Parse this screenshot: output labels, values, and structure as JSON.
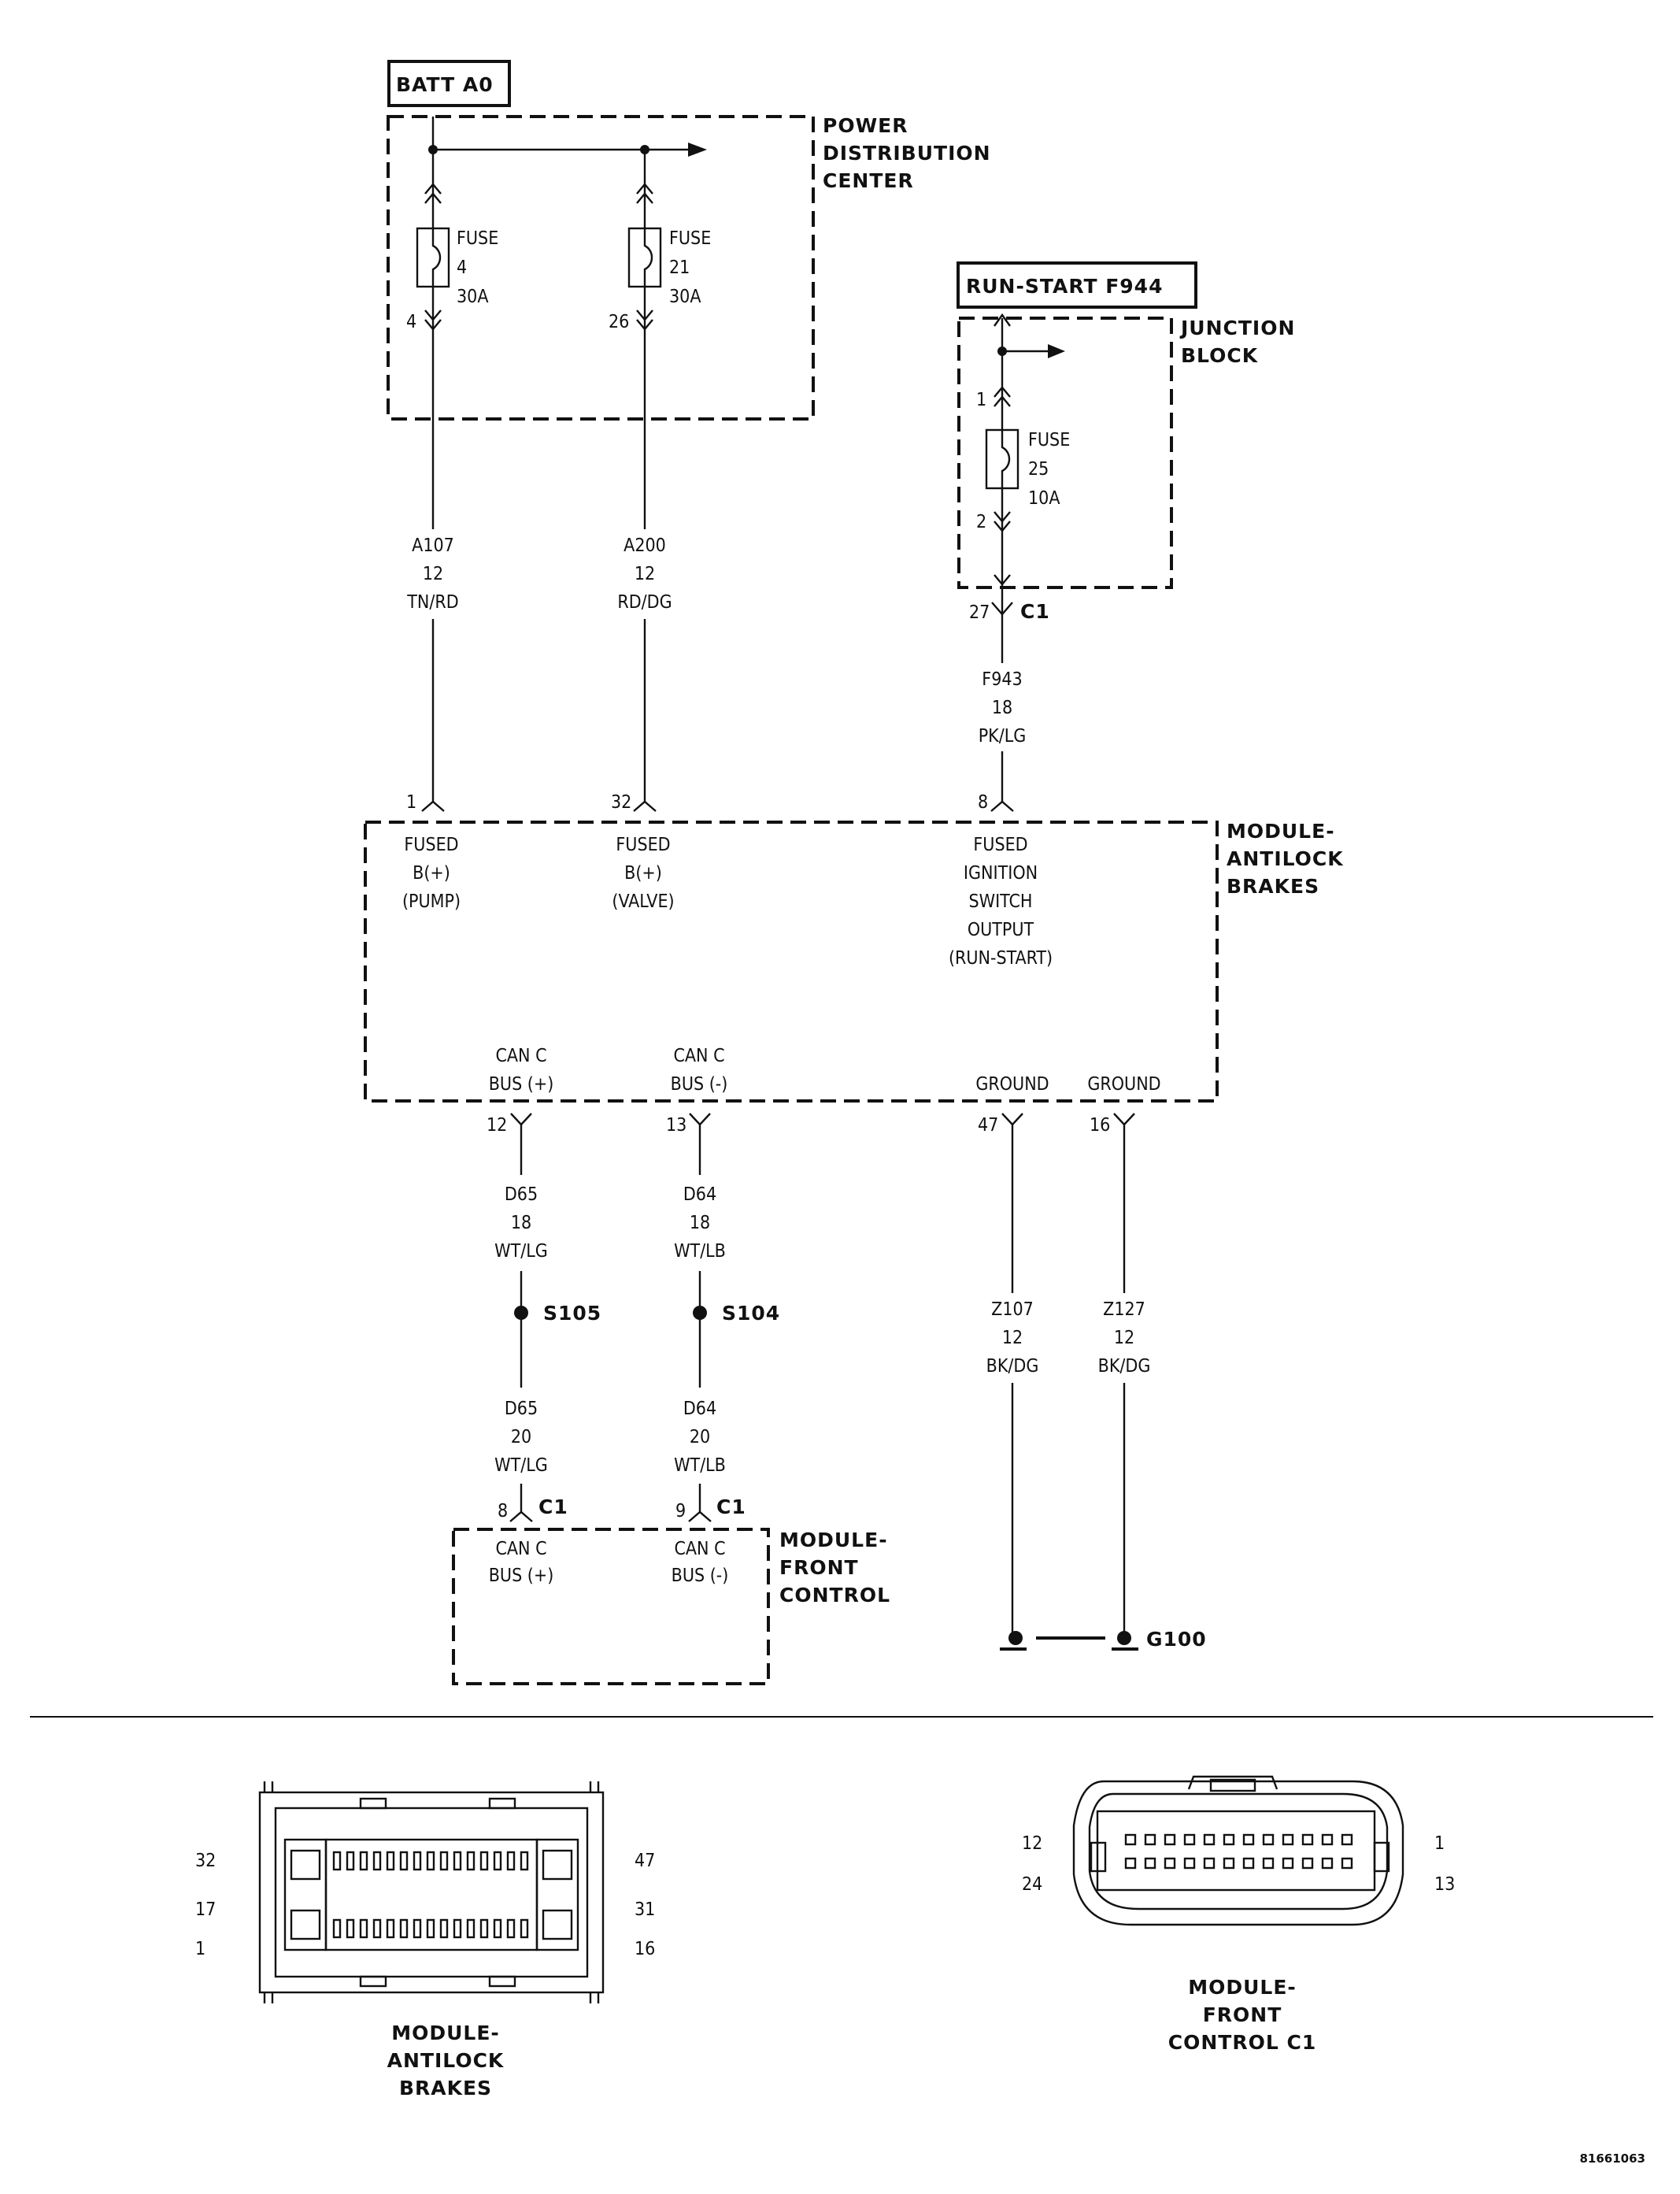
{
  "sources": {
    "batt_a0": "BATT A0",
    "run_start": "RUN-START F944"
  },
  "pdc": {
    "title": [
      "POWER",
      "DISTRIBUTION",
      "CENTER"
    ],
    "fuse_4": {
      "label": "FUSE",
      "number": "4",
      "rating": "30A",
      "out_pin": "4"
    },
    "fuse_21": {
      "label": "FUSE",
      "number": "21",
      "rating": "30A",
      "out_pin": "26"
    }
  },
  "junction_block": {
    "title": [
      "JUNCTION",
      "BLOCK"
    ],
    "fuse_25": {
      "label": "FUSE",
      "number": "25",
      "rating": "10A",
      "in_pin": "1",
      "out_pin": "2"
    },
    "connector_pin": "27",
    "connector": "C1"
  },
  "wires": {
    "a107": [
      "A107",
      "12",
      "TN/RD"
    ],
    "a200": [
      "A200",
      "12",
      "RD/DG"
    ],
    "f943": [
      "F943",
      "18",
      "PK/LG"
    ],
    "d65_upper": [
      "D65",
      "18",
      "WT/LG"
    ],
    "d64_upper": [
      "D64",
      "18",
      "WT/LB"
    ],
    "d65_lower": [
      "D65",
      "20",
      "WT/LG"
    ],
    "d64_lower": [
      "D64",
      "20",
      "WT/LB"
    ],
    "z107": [
      "Z107",
      "12",
      "BK/DG"
    ],
    "z127": [
      "Z127",
      "12",
      "BK/DG"
    ]
  },
  "abs_module": {
    "title": [
      "MODULE-",
      "ANTILOCK",
      "BRAKES"
    ],
    "pins": {
      "p1": "1",
      "p32": "32",
      "p8": "8",
      "p12": "12",
      "p13": "13",
      "p47": "47",
      "p16": "16"
    },
    "fused_pump": [
      "FUSED",
      "B(+)",
      "(PUMP)"
    ],
    "fused_valve": [
      "FUSED",
      "B(+)",
      "(VALVE)"
    ],
    "fused_ign": [
      "FUSED",
      "IGNITION",
      "SWITCH",
      "OUTPUT",
      "(RUN-START)"
    ],
    "can_plus": [
      "CAN C",
      "BUS (+)"
    ],
    "can_minus": [
      "CAN C",
      "BUS (-)"
    ],
    "ground_1": "GROUND",
    "ground_2": "GROUND"
  },
  "splices": {
    "s105": "S105",
    "s104": "S104"
  },
  "fcm": {
    "title": [
      "MODULE-",
      "FRONT",
      "CONTROL"
    ],
    "pin8": "8",
    "pin9": "9",
    "connector": "C1",
    "can_plus": [
      "CAN C",
      "BUS (+)"
    ],
    "can_minus": [
      "CAN C",
      "BUS (-)"
    ]
  },
  "ground_point": "G100",
  "connector_views": {
    "abs": {
      "caption": [
        "MODULE-",
        "ANTILOCK",
        "BRAKES"
      ],
      "left_pins": [
        "32",
        "17",
        "1"
      ],
      "right_pins": [
        "47",
        "31",
        "16"
      ]
    },
    "fcm": {
      "caption": [
        "MODULE-",
        "FRONT",
        "CONTROL C1"
      ],
      "left_pins": [
        "12",
        "24"
      ],
      "right_pins": [
        "1",
        "13"
      ]
    }
  },
  "figure_id": "81661063"
}
